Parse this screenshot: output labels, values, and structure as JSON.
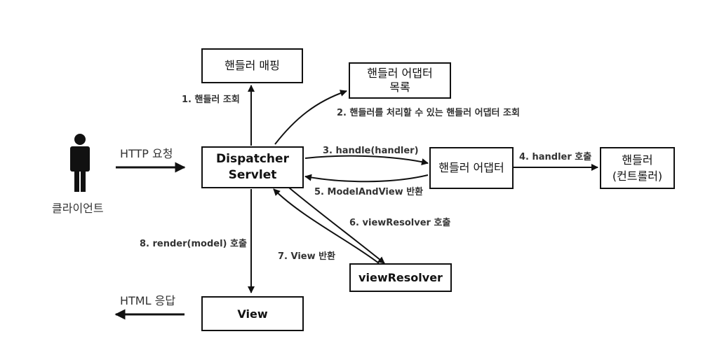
{
  "nodes": {
    "handler_mapping": {
      "label": "핸들러 매핑"
    },
    "adapter_list": {
      "line1": "핸들러 어댑터",
      "line2": "목록"
    },
    "dispatcher": {
      "line1": "Dispatcher",
      "line2": "Servlet"
    },
    "handler_adapter": {
      "label": "핸들러 어댑터"
    },
    "handler": {
      "line1": "핸들러",
      "line2": "(컨트롤러)"
    },
    "view_resolver": {
      "label": "viewResolver"
    },
    "view": {
      "label": "View"
    },
    "client": {
      "label": "클라이언트"
    }
  },
  "edges": {
    "http_request": "HTTP 요청",
    "html_response": "HTML 응답",
    "step1": "1. 핸들러 조회",
    "step2": "2. 핸들러를 처리할 수 있는 핸들러 어댑터 조회",
    "step3": "3. handle(handler)",
    "step4": "4. handler 호출",
    "step5": "5. ModelAndView 반환",
    "step6": "6. viewResolver 호출",
    "step7": "7. View 반환",
    "step8": "8. render(model) 호출"
  },
  "colors": {
    "stroke": "#111111",
    "label": "#333333"
  }
}
